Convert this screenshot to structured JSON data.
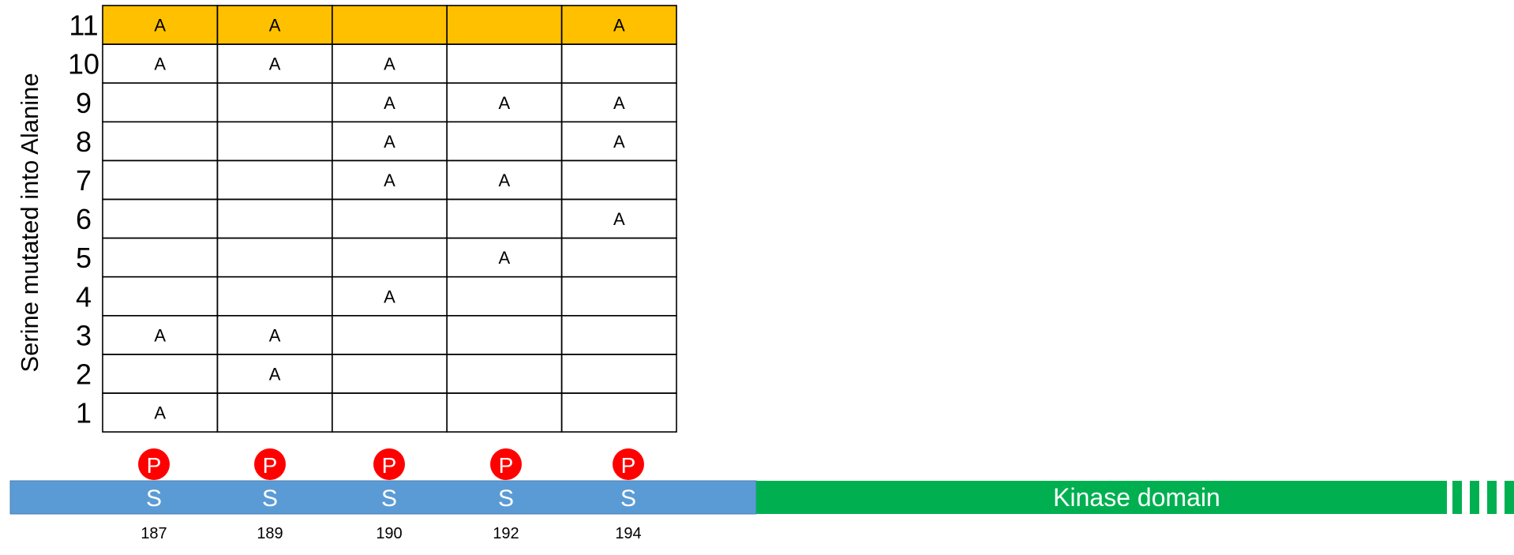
{
  "y_axis_label": "Serine mutated into Alanine",
  "rows": [
    {
      "label": "11",
      "highlighted": true,
      "cells": [
        "A",
        "A",
        "",
        "",
        "A"
      ]
    },
    {
      "label": "10",
      "highlighted": false,
      "cells": [
        "A",
        "A",
        "A",
        "",
        ""
      ]
    },
    {
      "label": "9",
      "highlighted": false,
      "cells": [
        "",
        "",
        "A",
        "A",
        "A"
      ]
    },
    {
      "label": "8",
      "highlighted": false,
      "cells": [
        "",
        "",
        "A",
        "",
        "A"
      ]
    },
    {
      "label": "7",
      "highlighted": false,
      "cells": [
        "",
        "",
        "A",
        "A",
        ""
      ]
    },
    {
      "label": "6",
      "highlighted": false,
      "cells": [
        "",
        "",
        "",
        "",
        "A"
      ]
    },
    {
      "label": "5",
      "highlighted": false,
      "cells": [
        "",
        "",
        "",
        "A",
        ""
      ]
    },
    {
      "label": "4",
      "highlighted": false,
      "cells": [
        "",
        "",
        "A",
        "",
        ""
      ]
    },
    {
      "label": "3",
      "highlighted": false,
      "cells": [
        "A",
        "A",
        "",
        "",
        ""
      ]
    },
    {
      "label": "2",
      "highlighted": false,
      "cells": [
        "",
        "A",
        "",
        "",
        ""
      ]
    },
    {
      "label": "1",
      "highlighted": false,
      "cells": [
        "A",
        "",
        "",
        "",
        ""
      ]
    }
  ],
  "sites": [
    {
      "residue": "S",
      "position": "187",
      "phospho": "P"
    },
    {
      "residue": "S",
      "position": "189",
      "phospho": "P"
    },
    {
      "residue": "S",
      "position": "190",
      "phospho": "P"
    },
    {
      "residue": "S",
      "position": "192",
      "phospho": "P"
    },
    {
      "residue": "S",
      "position": "194",
      "phospho": "P"
    }
  ],
  "domain_label": "Kinase domain",
  "colors": {
    "highlight_row": "#FFC000",
    "regulatory_bar": "#5B9BD5",
    "kinase_bar": "#00B050",
    "phospho_circle": "#FF0000",
    "grid_line": "#000000",
    "text": "#000000",
    "on_color_text": "#FFFFFF"
  }
}
